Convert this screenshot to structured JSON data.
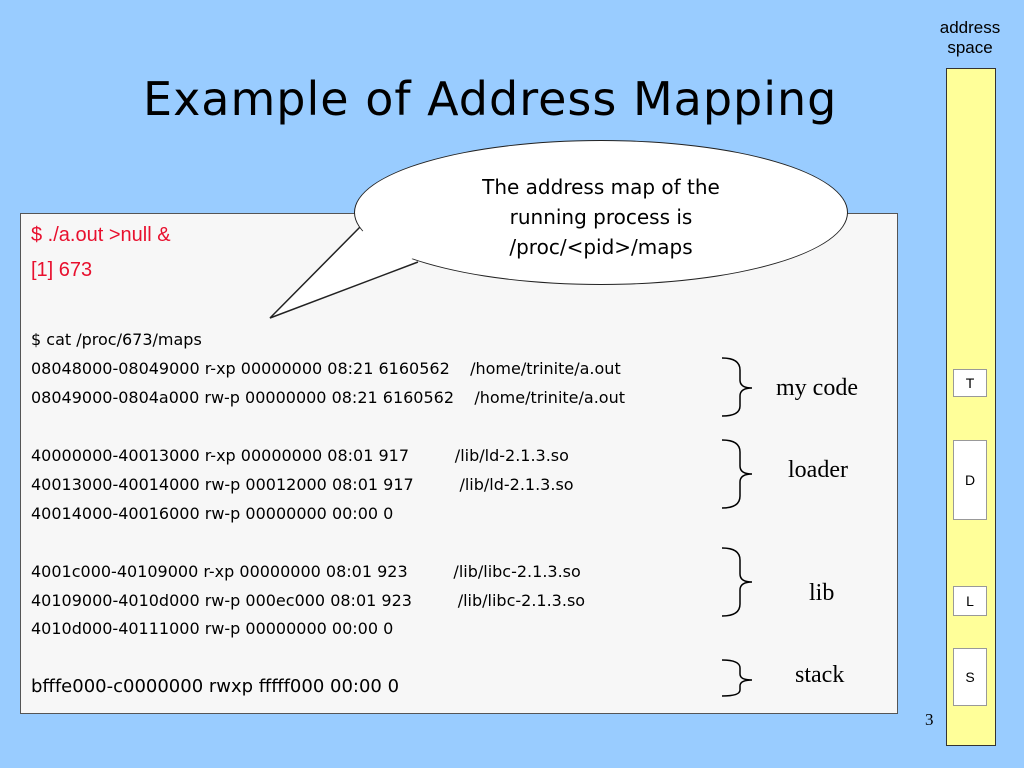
{
  "slide": {
    "title": "Example of Address Mapping",
    "page_number": "3"
  },
  "terminal": {
    "commands": [
      "$ ./a.out >null &",
      "[1] 673"
    ],
    "maps_command": "$ cat /proc/673/maps",
    "code_lines": [
      "08048000-08049000 r-xp 00000000 08:21 6160562    /home/trinite/a.out",
      "08049000-0804a000 rw-p 00000000 08:21 6160562    /home/trinite/a.out"
    ],
    "loader_lines": [
      "40000000-40013000 r-xp 00000000 08:01 917         /lib/ld-2.1.3.so",
      "40013000-40014000 rw-p 00012000 08:01 917         /lib/ld-2.1.3.so",
      "40014000-40016000 rw-p 00000000 00:00 0"
    ],
    "lib_lines": [
      "4001c000-40109000 r-xp 00000000 08:01 923         /lib/libc-2.1.3.so",
      "40109000-4010d000 rw-p 000ec000 08:01 923         /lib/libc-2.1.3.so",
      "4010d000-40111000 rw-p 00000000 00:00 0"
    ],
    "stack_line": "bfffe000-c0000000 rwxp fffff000 00:00 0"
  },
  "callout": {
    "lines": [
      "The address map of the",
      "running process is",
      "/proc/<pid>/maps"
    ]
  },
  "groups": {
    "code": "my code",
    "loader": "loader",
    "lib": "lib",
    "stack": "stack"
  },
  "address_space": {
    "label_lines": [
      "address",
      "space"
    ],
    "segments": [
      "T",
      "D",
      "L",
      "S"
    ],
    "bar_color": "#ffff99"
  },
  "colors": {
    "background": "#99ccff",
    "command_text": "#e8102e",
    "terminal_bg": "#f7f7f7"
  }
}
